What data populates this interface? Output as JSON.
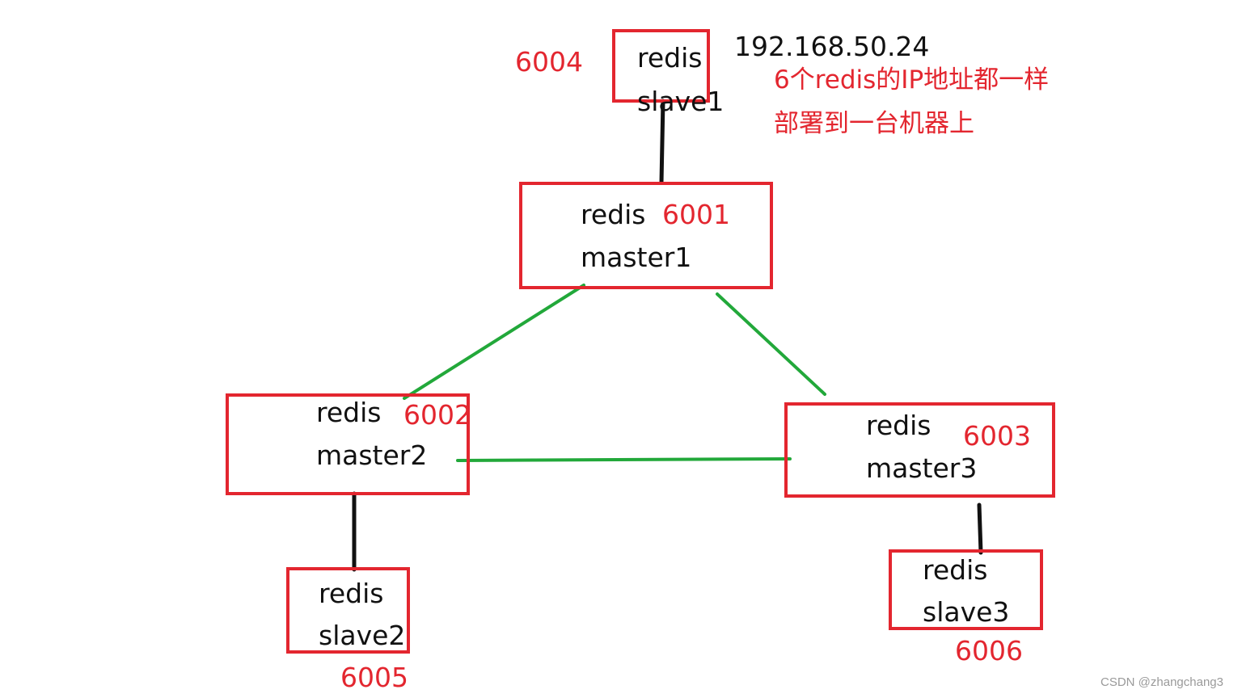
{
  "colors": {
    "box_border": "#e3262f",
    "port_text": "#e3262f",
    "master_link": "#22a83a",
    "slave_link": "#111111",
    "label_text": "#111111"
  },
  "nodes": {
    "slave1": {
      "line1": "redis",
      "line2": "slave1",
      "port": "6004"
    },
    "master1": {
      "line1": "redis",
      "line2": "master1",
      "port": "6001"
    },
    "master2": {
      "line1": "redis",
      "line2": "master2",
      "port": "6002"
    },
    "master3": {
      "line1": "redis",
      "line2": "master3",
      "port": "6003"
    },
    "slave2": {
      "line1": "redis",
      "line2": "slave2",
      "port": "6005"
    },
    "slave3": {
      "line1": "redis",
      "line2": "slave3",
      "port": "6006"
    }
  },
  "ip_address": "192.168.50.24",
  "note": {
    "line1": "6个redis的IP地址都一样",
    "line2": "部署到一台机器上"
  },
  "watermark": "CSDN @zhangchang3"
}
